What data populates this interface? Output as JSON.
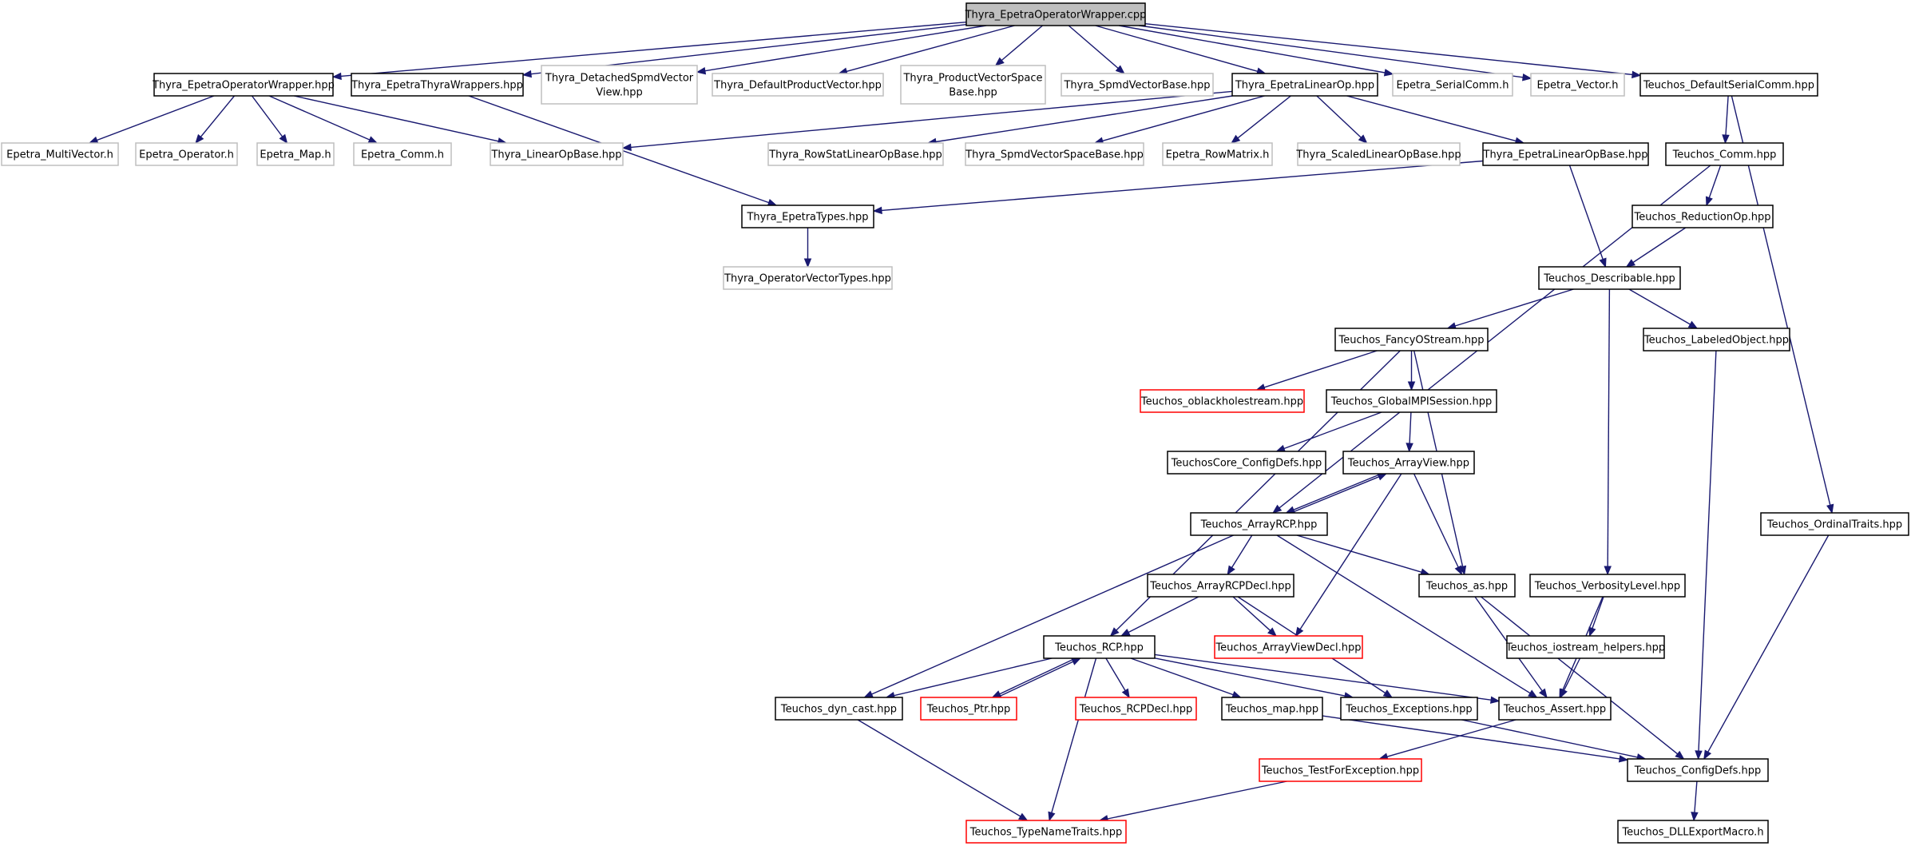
{
  "colors": {
    "edge": "#191970",
    "root_fill": "#bfbfbf",
    "normal_border": "#000000",
    "missing_border": "#bfbfbf",
    "truncated_border": "#ff0000",
    "fill": "#ffffff"
  },
  "nodes": [
    {
      "id": "n_root",
      "lines": [
        "Thyra_EpetraOperatorWrapper.cpp"
      ],
      "style": "root"
    },
    {
      "id": "n_eow_hpp",
      "lines": [
        "Thyra_EpetraOperatorWrapper.hpp"
      ],
      "style": "normal"
    },
    {
      "id": "n_etw",
      "lines": [
        "Thyra_EpetraThyraWrappers.hpp"
      ],
      "style": "normal"
    },
    {
      "id": "n_dsv",
      "lines": [
        "Thyra_DetachedSpmdVector",
        "View.hpp"
      ],
      "style": "missing"
    },
    {
      "id": "n_dpv",
      "lines": [
        "Thyra_DefaultProductVector.hpp"
      ],
      "style": "missing"
    },
    {
      "id": "n_pvs",
      "lines": [
        "Thyra_ProductVectorSpace",
        "Base.hpp"
      ],
      "style": "missing"
    },
    {
      "id": "n_svb",
      "lines": [
        "Thyra_SpmdVectorBase.hpp"
      ],
      "style": "missing"
    },
    {
      "id": "n_elo",
      "lines": [
        "Thyra_EpetraLinearOp.hpp"
      ],
      "style": "normal"
    },
    {
      "id": "n_esc",
      "lines": [
        "Epetra_SerialComm.h"
      ],
      "style": "missing"
    },
    {
      "id": "n_evec",
      "lines": [
        "Epetra_Vector.h"
      ],
      "style": "missing"
    },
    {
      "id": "n_dsc",
      "lines": [
        "Teuchos_DefaultSerialComm.hpp"
      ],
      "style": "normal"
    },
    {
      "id": "n_emv",
      "lines": [
        "Epetra_MultiVector.h"
      ],
      "style": "missing"
    },
    {
      "id": "n_eop",
      "lines": [
        "Epetra_Operator.h"
      ],
      "style": "missing"
    },
    {
      "id": "n_emap",
      "lines": [
        "Epetra_Map.h"
      ],
      "style": "missing"
    },
    {
      "id": "n_ecomm",
      "lines": [
        "Epetra_Comm.h"
      ],
      "style": "missing"
    },
    {
      "id": "n_lob",
      "lines": [
        "Thyra_LinearOpBase.hpp"
      ],
      "style": "missing"
    },
    {
      "id": "n_rsl",
      "lines": [
        "Thyra_RowStatLinearOpBase.hpp"
      ],
      "style": "missing"
    },
    {
      "id": "n_svsb",
      "lines": [
        "Thyra_SpmdVectorSpaceBase.hpp"
      ],
      "style": "missing"
    },
    {
      "id": "n_erm",
      "lines": [
        "Epetra_RowMatrix.h"
      ],
      "style": "missing"
    },
    {
      "id": "n_slo",
      "lines": [
        "Thyra_ScaledLinearOpBase.hpp"
      ],
      "style": "missing"
    },
    {
      "id": "n_elob",
      "lines": [
        "Thyra_EpetraLinearOpBase.hpp"
      ],
      "style": "normal"
    },
    {
      "id": "n_tcomm",
      "lines": [
        "Teuchos_Comm.hpp"
      ],
      "style": "normal"
    },
    {
      "id": "n_etypes",
      "lines": [
        "Thyra_EpetraTypes.hpp"
      ],
      "style": "normal"
    },
    {
      "id": "n_redop",
      "lines": [
        "Teuchos_ReductionOp.hpp"
      ],
      "style": "normal"
    },
    {
      "id": "n_ovt",
      "lines": [
        "Thyra_OperatorVectorTypes.hpp"
      ],
      "style": "missing"
    },
    {
      "id": "n_desc",
      "lines": [
        "Teuchos_Describable.hpp"
      ],
      "style": "normal"
    },
    {
      "id": "n_fos",
      "lines": [
        "Teuchos_FancyOStream.hpp"
      ],
      "style": "normal"
    },
    {
      "id": "n_lobj",
      "lines": [
        "Teuchos_LabeledObject.hpp"
      ],
      "style": "normal"
    },
    {
      "id": "n_obh",
      "lines": [
        "Teuchos_oblackholestream.hpp"
      ],
      "style": "truncated"
    },
    {
      "id": "n_gmpi",
      "lines": [
        "Teuchos_GlobalMPISession.hpp"
      ],
      "style": "normal"
    },
    {
      "id": "n_tccd",
      "lines": [
        "TeuchosCore_ConfigDefs.hpp"
      ],
      "style": "normal"
    },
    {
      "id": "n_av",
      "lines": [
        "Teuchos_ArrayView.hpp"
      ],
      "style": "normal"
    },
    {
      "id": "n_arcp",
      "lines": [
        "Teuchos_ArrayRCP.hpp"
      ],
      "style": "normal"
    },
    {
      "id": "n_ot",
      "lines": [
        "Teuchos_OrdinalTraits.hpp"
      ],
      "style": "normal"
    },
    {
      "id": "n_arcpd",
      "lines": [
        "Teuchos_ArrayRCPDecl.hpp"
      ],
      "style": "normal"
    },
    {
      "id": "n_as",
      "lines": [
        "Teuchos_as.hpp"
      ],
      "style": "normal"
    },
    {
      "id": "n_vl",
      "lines": [
        "Teuchos_VerbosityLevel.hpp"
      ],
      "style": "normal"
    },
    {
      "id": "n_rcp",
      "lines": [
        "Teuchos_RCP.hpp"
      ],
      "style": "normal"
    },
    {
      "id": "n_avd",
      "lines": [
        "Teuchos_ArrayViewDecl.hpp"
      ],
      "style": "truncated"
    },
    {
      "id": "n_ioh",
      "lines": [
        "Teuchos_iostream_helpers.hpp"
      ],
      "style": "normal"
    },
    {
      "id": "n_dync",
      "lines": [
        "Teuchos_dyn_cast.hpp"
      ],
      "style": "normal"
    },
    {
      "id": "n_ptr",
      "lines": [
        "Teuchos_Ptr.hpp"
      ],
      "style": "truncated"
    },
    {
      "id": "n_rcpd",
      "lines": [
        "Teuchos_RCPDecl.hpp"
      ],
      "style": "truncated"
    },
    {
      "id": "n_map",
      "lines": [
        "Teuchos_map.hpp"
      ],
      "style": "normal"
    },
    {
      "id": "n_exc",
      "lines": [
        "Teuchos_Exceptions.hpp"
      ],
      "style": "normal"
    },
    {
      "id": "n_assert",
      "lines": [
        "Teuchos_Assert.hpp"
      ],
      "style": "normal"
    },
    {
      "id": "n_tfe",
      "lines": [
        "Teuchos_TestForException.hpp"
      ],
      "style": "truncated"
    },
    {
      "id": "n_cd",
      "lines": [
        "Teuchos_ConfigDefs.hpp"
      ],
      "style": "normal"
    },
    {
      "id": "n_tnt",
      "lines": [
        "Teuchos_TypeNameTraits.hpp"
      ],
      "style": "truncated"
    },
    {
      "id": "n_dll",
      "lines": [
        "Teuchos_DLLExportMacro.h"
      ],
      "style": "normal"
    }
  ],
  "edges": [
    [
      "n_root",
      "n_eow_hpp"
    ],
    [
      "n_root",
      "n_etw"
    ],
    [
      "n_root",
      "n_dsv"
    ],
    [
      "n_root",
      "n_dpv"
    ],
    [
      "n_root",
      "n_pvs"
    ],
    [
      "n_root",
      "n_svb"
    ],
    [
      "n_root",
      "n_elo"
    ],
    [
      "n_root",
      "n_esc"
    ],
    [
      "n_root",
      "n_evec"
    ],
    [
      "n_root",
      "n_dsc"
    ],
    [
      "n_eow_hpp",
      "n_emv"
    ],
    [
      "n_eow_hpp",
      "n_eop"
    ],
    [
      "n_eow_hpp",
      "n_emap"
    ],
    [
      "n_eow_hpp",
      "n_ecomm"
    ],
    [
      "n_eow_hpp",
      "n_lob"
    ],
    [
      "n_etw",
      "n_etypes"
    ],
    [
      "n_elo",
      "n_lob"
    ],
    [
      "n_elo",
      "n_rsl"
    ],
    [
      "n_elo",
      "n_svsb"
    ],
    [
      "n_elo",
      "n_erm"
    ],
    [
      "n_elo",
      "n_slo"
    ],
    [
      "n_elo",
      "n_elob"
    ],
    [
      "n_dsc",
      "n_tcomm"
    ],
    [
      "n_dsc",
      "n_ot"
    ],
    [
      "n_elob",
      "n_etypes"
    ],
    [
      "n_elob",
      "n_desc"
    ],
    [
      "n_tcomm",
      "n_redop"
    ],
    [
      "n_tcomm",
      "n_arcp"
    ],
    [
      "n_etypes",
      "n_ovt"
    ],
    [
      "n_redop",
      "n_desc"
    ],
    [
      "n_desc",
      "n_fos"
    ],
    [
      "n_desc",
      "n_lobj"
    ],
    [
      "n_desc",
      "n_vl"
    ],
    [
      "n_fos",
      "n_obh"
    ],
    [
      "n_fos",
      "n_gmpi"
    ],
    [
      "n_fos",
      "n_rcp"
    ],
    [
      "n_fos",
      "n_as"
    ],
    [
      "n_lobj",
      "n_cd"
    ],
    [
      "n_gmpi",
      "n_tccd"
    ],
    [
      "n_gmpi",
      "n_av"
    ],
    [
      "n_av",
      "n_arcp"
    ],
    [
      "n_av",
      "n_avd"
    ],
    [
      "n_av",
      "n_as"
    ],
    [
      "n_arcp",
      "n_av"
    ],
    [
      "n_arcp",
      "n_arcpd"
    ],
    [
      "n_arcp",
      "n_as"
    ],
    [
      "n_arcp",
      "n_dync"
    ],
    [
      "n_arcp",
      "n_assert"
    ],
    [
      "n_ot",
      "n_cd"
    ],
    [
      "n_arcpd",
      "n_rcp"
    ],
    [
      "n_arcpd",
      "n_avd"
    ],
    [
      "n_arcpd",
      "n_exc"
    ],
    [
      "n_as",
      "n_assert"
    ],
    [
      "n_as",
      "n_cd"
    ],
    [
      "n_vl",
      "n_ioh"
    ],
    [
      "n_vl",
      "n_assert"
    ],
    [
      "n_ioh",
      "n_assert"
    ],
    [
      "n_rcp",
      "n_dync"
    ],
    [
      "n_rcp",
      "n_ptr"
    ],
    [
      "n_rcp",
      "n_rcpd"
    ],
    [
      "n_rcp",
      "n_map"
    ],
    [
      "n_rcp",
      "n_exc"
    ],
    [
      "n_rcp",
      "n_assert"
    ],
    [
      "n_rcp",
      "n_tnt"
    ],
    [
      "n_ptr",
      "n_rcp"
    ],
    [
      "n_dync",
      "n_tnt"
    ],
    [
      "n_map",
      "n_cd"
    ],
    [
      "n_exc",
      "n_cd"
    ],
    [
      "n_assert",
      "n_tfe"
    ],
    [
      "n_tfe",
      "n_tnt"
    ],
    [
      "n_cd",
      "n_dll"
    ]
  ]
}
